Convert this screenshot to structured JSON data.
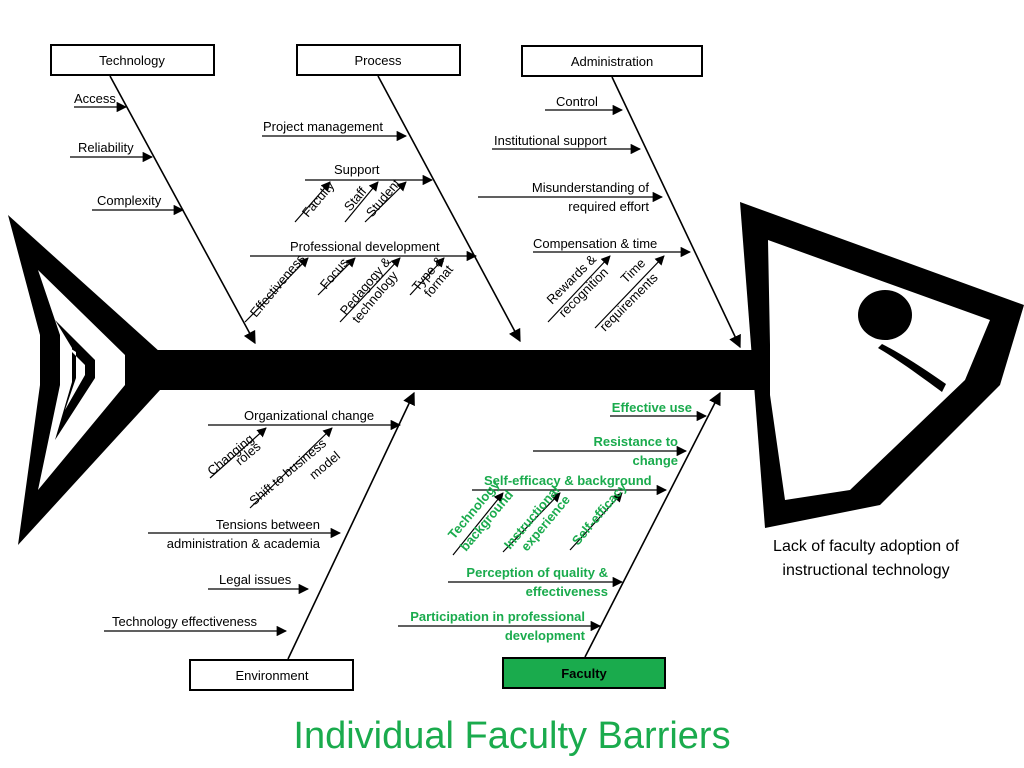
{
  "title": "Individual Faculty Barriers",
  "problem": {
    "line1": "Lack of faculty adoption of",
    "line2": "instructional technology"
  },
  "categories": {
    "technology": "Technology",
    "process": "Process",
    "administration": "Administration",
    "environment": "Environment",
    "faculty": "Faculty"
  },
  "technology_causes": {
    "access": "Access",
    "reliability": "Reliability",
    "complexity": "Complexity"
  },
  "process_causes": {
    "project_management": "Project management",
    "support": "Support",
    "faculty": "Faculty",
    "staff": "Staff",
    "student": "Student",
    "professional_development": "Professional development",
    "effectiveness": "Effectiveness",
    "focus": "Focus",
    "pedagogy_1": "Pedagogy &",
    "pedagogy_2": "technology",
    "type_1": "Type &",
    "type_2": "format"
  },
  "administration_causes": {
    "control": "Control",
    "institutional_support": "Institutional support",
    "misunderstanding_1": "Misunderstanding of",
    "misunderstanding_2": "required effort",
    "compensation": "Compensation & time",
    "rewards_1": "Rewards &",
    "rewards_2": "recognition",
    "time_1": "Time",
    "time_2": "requirements"
  },
  "environment_causes": {
    "org_change": "Organizational  change",
    "changing_1": "Changing",
    "changing_2": "roles",
    "shift_1": "Shift to business",
    "shift_2": "model",
    "tensions_1": "Tensions between",
    "tensions_2": "administration & academia",
    "legal": "Legal issues",
    "tech_effectiveness": "Technology effectiveness"
  },
  "faculty_causes": {
    "effective_use": "Effective use",
    "resistance_1": "Resistance to",
    "resistance_2": "change",
    "self_efficacy": "Self-efficacy & background",
    "tech_bg_1": "Technology",
    "tech_bg_2": "background",
    "instr_1": "Instructional",
    "instr_2": "experience",
    "self_eff_sub": "Self-efficacy",
    "perception_1": "Perception of quality &",
    "perception_2": "effectiveness",
    "participation_1": "Participation in professional",
    "participation_2": "development"
  },
  "colors": {
    "faculty_green": "#1aab4d",
    "faculty_box_fill": "#1aab4d",
    "line": "#000000"
  }
}
